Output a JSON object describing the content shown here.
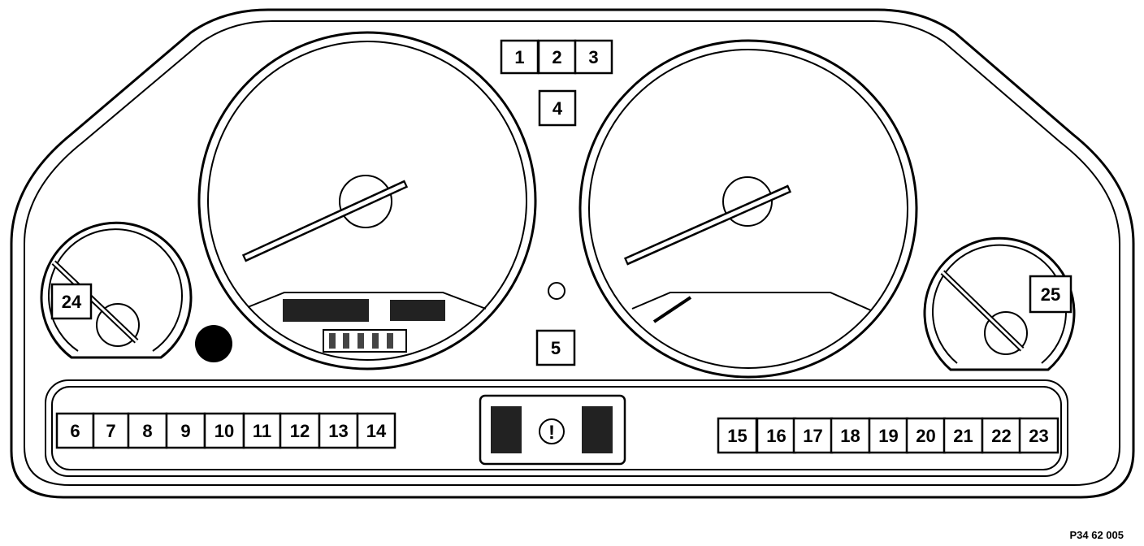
{
  "diagram": {
    "top_callouts": [
      "1",
      "2",
      "3"
    ],
    "center_callouts": [
      "4",
      "5"
    ],
    "left_gauge_callout": "24",
    "right_gauge_callout": "25",
    "left_indicator_row": [
      "6",
      "7",
      "8",
      "9",
      "10",
      "11",
      "12",
      "13",
      "14"
    ],
    "right_indicator_row": [
      "15",
      "16",
      "17",
      "18",
      "19",
      "20",
      "21",
      "22",
      "23"
    ],
    "warning_symbol": "!",
    "figure_code": "P34 62 005"
  }
}
